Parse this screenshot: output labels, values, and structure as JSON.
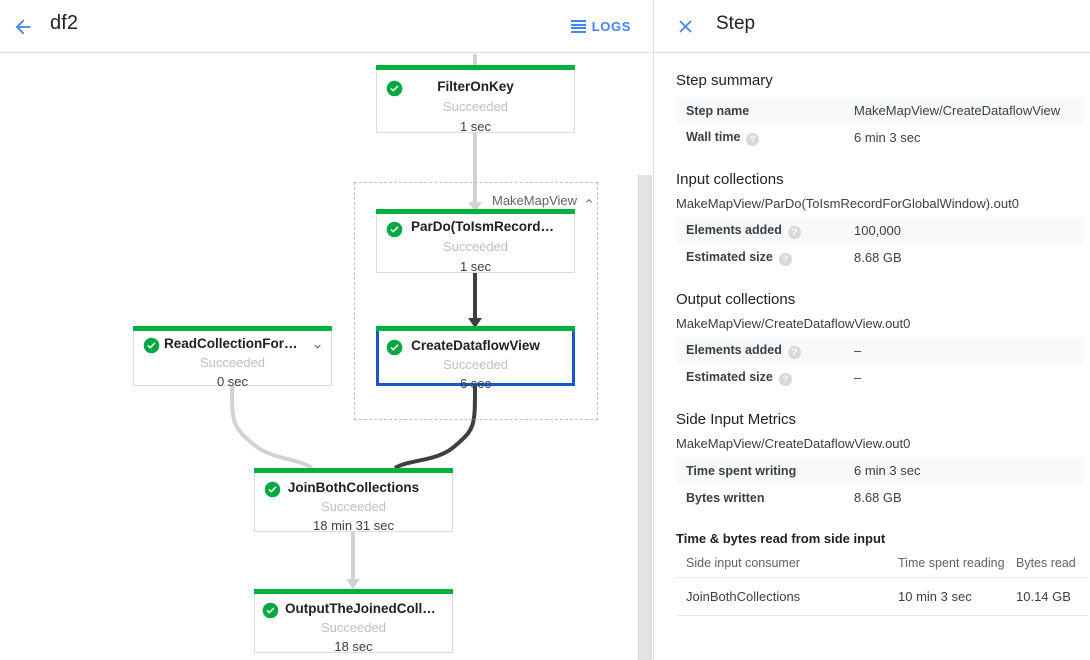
{
  "topbar": {
    "back_icon": "arrow-left-icon",
    "job_name": "df2",
    "logs_label": "LOGS",
    "logs_icon": "logs-list-icon"
  },
  "graph": {
    "group": {
      "label": "MakeMapView",
      "collapse_icon": "chevron-up-icon"
    },
    "nodes": [
      {
        "id": "filter-on-key",
        "title": "FilterOnKey",
        "status": "Succeeded",
        "duration": "1 sec",
        "status_icon": "check-circle-icon",
        "selected": false,
        "expandable": false
      },
      {
        "id": "pardo-toismrecord",
        "title": "ParDo(ToIsmRecordFor…",
        "status": "Succeeded",
        "duration": "1 sec",
        "status_icon": "check-circle-icon",
        "selected": false,
        "expandable": false
      },
      {
        "id": "create-dataflow-view",
        "title": "CreateDataflowView",
        "status": "Succeeded",
        "duration": "6 sec",
        "status_icon": "check-circle-icon",
        "selected": true,
        "expandable": false
      },
      {
        "id": "read-collection-for-join",
        "title": "ReadCollectionForJoin",
        "status": "Succeeded",
        "duration": "0 sec",
        "status_icon": "check-circle-icon",
        "selected": false,
        "expandable": true,
        "expand_icon": "chevron-down-icon"
      },
      {
        "id": "join-both-collections",
        "title": "JoinBothCollections",
        "status": "Succeeded",
        "duration": "18 min 31 sec",
        "status_icon": "check-circle-icon",
        "selected": false,
        "expandable": false
      },
      {
        "id": "output-the-joined-collection",
        "title": "OutputTheJoinedCollec…",
        "status": "Succeeded",
        "duration": "18 sec",
        "status_icon": "check-circle-icon",
        "selected": false,
        "expandable": false
      }
    ],
    "colors": {
      "success_bar": "#00b140",
      "selected_border": "#1a56c4",
      "edge_active": "#3c4043",
      "edge_inactive": "#d2d2d2"
    }
  },
  "panel": {
    "close_icon": "close-icon",
    "title": "Step",
    "step_summary": {
      "heading": "Step summary",
      "rows": [
        {
          "key": "Step name",
          "value": "MakeMapView/CreateDataflowView",
          "help": false
        },
        {
          "key": "Wall time",
          "value": "6 min 3 sec",
          "help": true
        }
      ]
    },
    "input_collections": {
      "heading": "Input collections",
      "collection": "MakeMapView/ParDo(ToIsmRecordForGlobalWindow).out0",
      "rows": [
        {
          "key": "Elements added",
          "value": "100,000",
          "help": true
        },
        {
          "key": "Estimated size",
          "value": "8.68 GB",
          "help": true
        }
      ]
    },
    "output_collections": {
      "heading": "Output collections",
      "collection": "MakeMapView/CreateDataflowView.out0",
      "rows": [
        {
          "key": "Elements added",
          "value": "–",
          "help": true
        },
        {
          "key": "Estimated size",
          "value": "–",
          "help": true
        }
      ]
    },
    "side_input_metrics": {
      "heading": "Side Input Metrics",
      "collection": "MakeMapView/CreateDataflowView.out0",
      "rows": [
        {
          "key": "Time spent writing",
          "value": "6 min 3 sec",
          "help": false
        },
        {
          "key": "Bytes written",
          "value": "8.68 GB",
          "help": false
        }
      ],
      "table_heading": "Time & bytes read from side input",
      "columns": [
        "Side input consumer",
        "Time spent reading",
        "Bytes read"
      ],
      "rows_table": [
        [
          "JoinBothCollections",
          "10 min 3 sec",
          "10.14 GB"
        ]
      ]
    }
  }
}
